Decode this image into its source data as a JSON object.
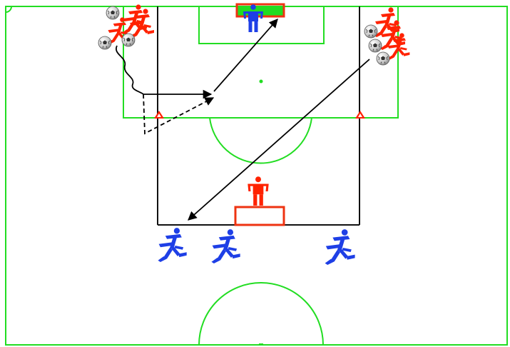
{
  "colors": {
    "pitch_line": "#22dd22",
    "drill_frame": "#111111",
    "attacker": "#ff2200",
    "defender": "#1e3fe6",
    "keeper_blue": "#1e3fe6",
    "goal_fill": "#22dd22",
    "mini_goal": "#ee3311",
    "cone": "#ff2200",
    "ball": "#d8d8d8",
    "path": "#000000"
  },
  "icons": {
    "attacker": "running-player-icon",
    "defender": "running-player-icon",
    "goalkeeper": "standing-goalkeeper-icon",
    "ball": "soccer-ball-icon",
    "cone": "cone-icon"
  },
  "groups": {
    "attackers_left_count": 3,
    "attackers_right_count": 3,
    "balls_left_count": 3,
    "balls_right_count": 3,
    "defenders_count": 3
  }
}
